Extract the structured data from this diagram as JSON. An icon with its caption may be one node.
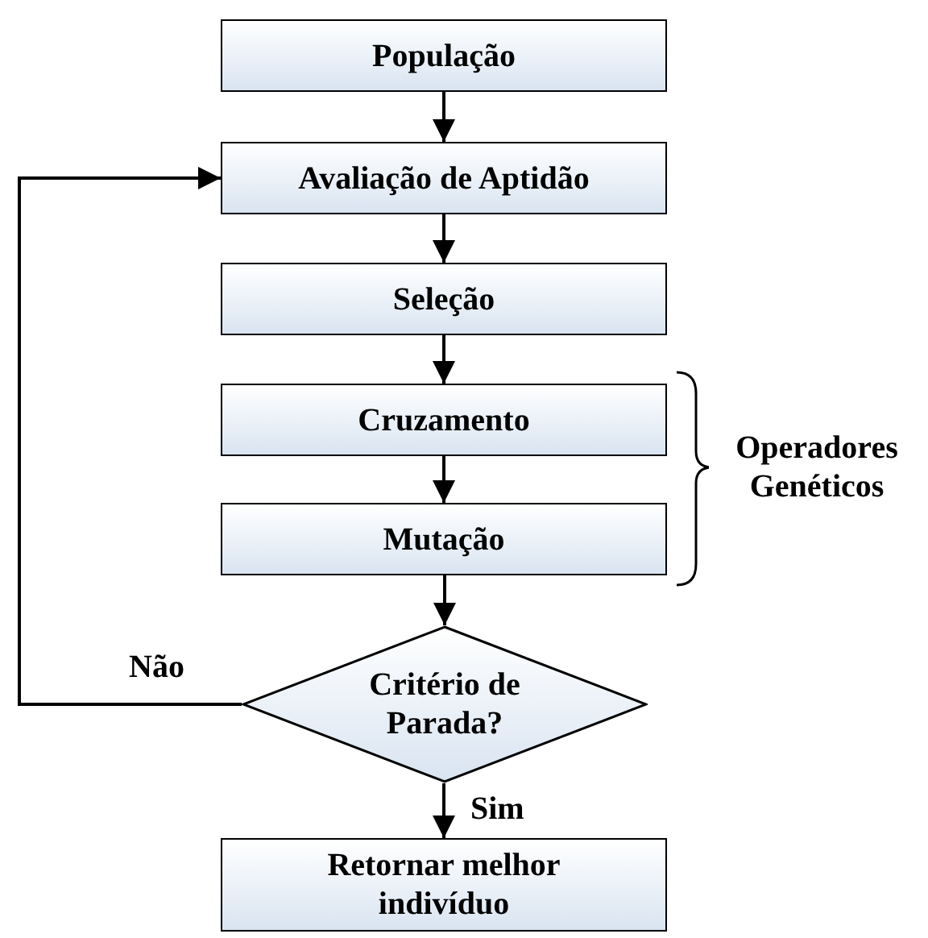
{
  "diagram": {
    "nodes": [
      {
        "text": [
          "População"
        ]
      },
      {
        "text": [
          "Avaliação de Aptidão"
        ]
      },
      {
        "text": [
          "Seleção"
        ]
      },
      {
        "text": [
          "Cruzamento"
        ]
      },
      {
        "text": [
          "Mutação"
        ]
      },
      {
        "text": [
          "Critério de Parada?"
        ]
      },
      {
        "text": [
          "Retornar melhor indivíduo"
        ]
      }
    ],
    "edges": [
      {
        "from": 0,
        "to": 1,
        "arrow": "to"
      },
      {
        "from": 1,
        "to": 2,
        "arrow": "to"
      },
      {
        "from": 2,
        "to": 3,
        "arrow": "to"
      },
      {
        "from": 3,
        "to": 4,
        "arrow": "to"
      },
      {
        "from": 4,
        "to": 5,
        "arrow": "to"
      },
      {
        "from": 5,
        "to": 6,
        "arrow": "to",
        "label": "Sim"
      },
      {
        "from": 5,
        "to": 1,
        "arrow": "to",
        "label": "Não"
      }
    ],
    "labels": [
      "Operadores Genéticos"
    ]
  }
}
